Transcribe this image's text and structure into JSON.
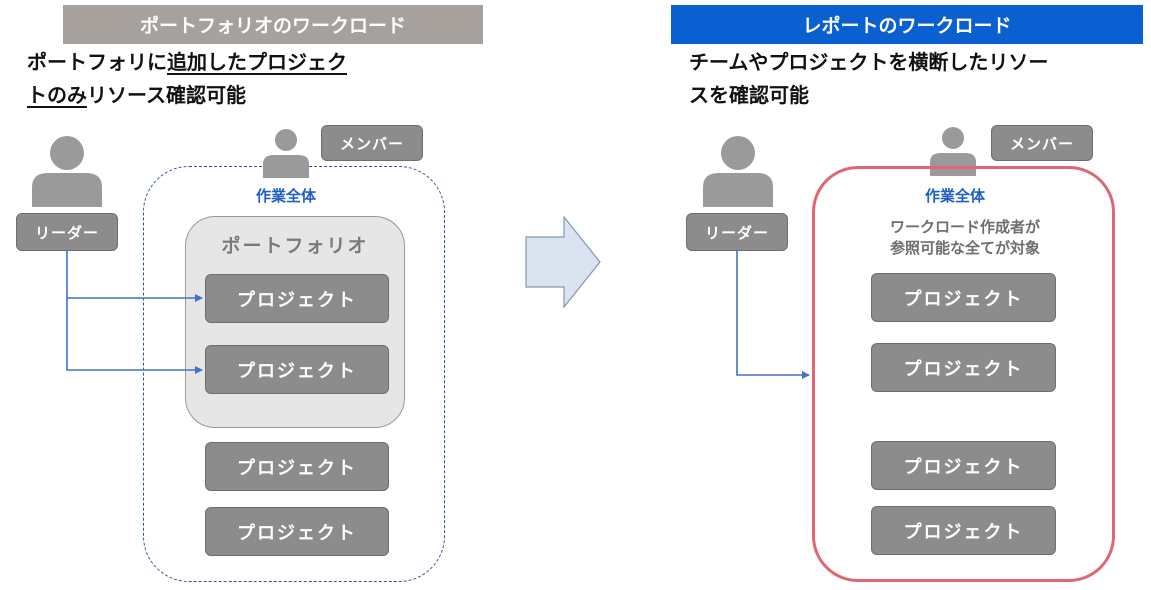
{
  "left": {
    "header": "ポートフォリオのワークロード",
    "desc_line1_prefix": "ポートフォリに",
    "desc_line1_underlined": "追加したプロジェク",
    "desc_line2_underlined": "トのみ",
    "desc_line2_suffix": "リソース確認可能",
    "leader_label": "リーダー",
    "member_label": "メンバー",
    "scope_label": "作業全体",
    "portfolio_label": "ポートフォリオ",
    "projects": [
      "プロジェクト",
      "プロジェクト",
      "プロジェクト",
      "プロジェクト"
    ]
  },
  "right": {
    "header": "レポートのワークロード",
    "desc_line1": "チームやプロジェクトを横断したリソー",
    "desc_line2": "スを確認可能",
    "leader_label": "リーダー",
    "member_label": "メンバー",
    "scope_label": "作業全体",
    "note_line1": "ワークロード作成者が",
    "note_line2": "参照可能な全てが対象",
    "projects": [
      "プロジェクト",
      "プロジェクト",
      "プロジェクト",
      "プロジェクト"
    ]
  },
  "colors": {
    "left_header_bg": "#a6a19c",
    "right_header_bg": "#0a5fd1",
    "connector": "#4472c4",
    "report_scope_border": "#e06672",
    "portfolio_fill": "#e6e6e6",
    "person": "#9a9a9a"
  }
}
